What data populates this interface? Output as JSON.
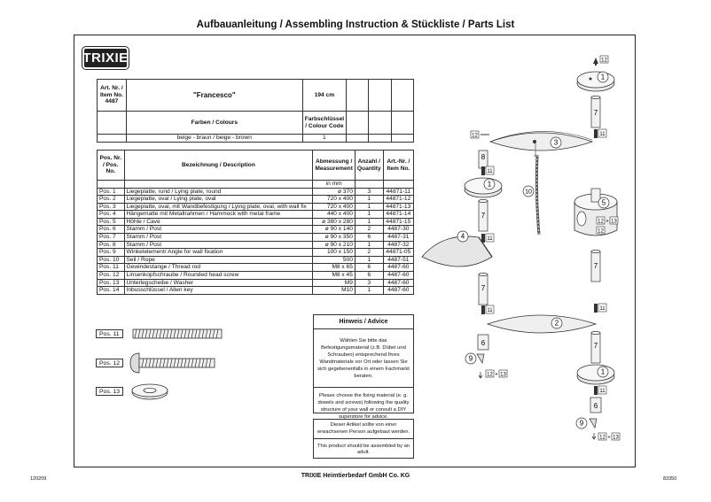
{
  "doc_title": "Aufbauanleitung / Assembling Instruction & Stückliste / Parts List",
  "logo_text": "TRIXIE",
  "article": {
    "art_nr_label": "Art. Nr. / Item No.",
    "art_nr_value": "4487",
    "name": "\"Francesco\"",
    "size": "194 cm",
    "colours_label": "Farben / Colours",
    "colour_code_label": "Farbschlüssel / Colour Code",
    "colour_value": "beige - braun / beige - brown",
    "colour_code_value": "1"
  },
  "parts_table": {
    "headers": {
      "pos": "Pos. Nr. / Pos. No.",
      "desc": "Bezeichnung / Description",
      "dim": "Abmessung / Measurement",
      "qty": "Anzahl / Quantity",
      "art": "Art.-Nr. / Item No."
    },
    "unit_note": "in mm",
    "rows": [
      {
        "pos": "Pos. 1",
        "desc": "Liegeplatte, rund / Lying plate, round",
        "dim": "ø 370",
        "qty": "3",
        "art": "44871-11"
      },
      {
        "pos": "Pos. 2",
        "desc": "Liegeplatte, oval / Lying plate, oval",
        "dim": "720 x 400",
        "qty": "1",
        "art": "44871-12"
      },
      {
        "pos": "Pos. 3",
        "desc": "Liegeplatte, oval, mit Wandbefestigung / Lying plate, oval, with wall fix",
        "dim": "720 x 400",
        "qty": "1",
        "art": "44871-13"
      },
      {
        "pos": "Pos. 4",
        "desc": "Hängematte mit Metallrahmen / Hammock with metal frame",
        "dim": "440 x 400",
        "qty": "1",
        "art": "44871-14"
      },
      {
        "pos": "Pos. 5",
        "desc": "Höhle / Cave",
        "dim": "ø 380 x 280",
        "qty": "1",
        "art": "44871-15"
      },
      {
        "pos": "Pos. 6",
        "desc": "Stamm / Post",
        "dim": "ø 90 x 140",
        "qty": "2",
        "art": "4487-30"
      },
      {
        "pos": "Pos. 7",
        "desc": "Stamm / Post",
        "dim": "ø 90 x 350",
        "qty": "6",
        "art": "4487-31"
      },
      {
        "pos": "Pos. 8",
        "desc": "Stamm / Post",
        "dim": "ø 90 x 210",
        "qty": "1",
        "art": "4487-32"
      },
      {
        "pos": "Pos. 9",
        "desc": "Winkelelement/ Angle for wall fixation",
        "dim": "100 x 150",
        "qty": "2",
        "art": "44871-05"
      },
      {
        "pos": "Pos. 10",
        "desc": "Seil / Rope",
        "dim": "500",
        "qty": "1",
        "art": "4487-51"
      },
      {
        "pos": "Pos. 11",
        "desc": "Gewindestange / Thread rod",
        "dim": "M8 x 65",
        "qty": "6",
        "art": "4487-60"
      },
      {
        "pos": "Pos. 12",
        "desc": "Linsenkopfschraube / Rounded head screw",
        "dim": "M8 x 45",
        "qty": "6",
        "art": "4487-60"
      },
      {
        "pos": "Pos. 13",
        "desc": "Unterlegscheibe / Washer",
        "dim": "M9",
        "qty": "3",
        "art": "4487-60"
      },
      {
        "pos": "Pos. 14",
        "desc": "Inbusschlüssel / Allen key",
        "dim": "M10",
        "qty": "1",
        "art": "4487-60"
      }
    ]
  },
  "hardware_labels": [
    "Pos. 11",
    "Pos. 12",
    "Pos. 13"
  ],
  "advice": {
    "title": "Hinweis / Advice",
    "de": "Wählen Sie bitte das Befestigungsmaterial (z.B. Dübel und Schrauben) entsprechend Ihres Wandmaterials vor Ort oder lassen Sie sich gegebenenfalls in einem Fachmarkt beraten.",
    "en": "Please choose the fixing material (e. g. dowels and screws) following the quality structure of your wall or consult a DIY superstore for advice.",
    "adult_de": "Dieser Artikel sollte von einer erwachsenen Person aufgebaut werden.",
    "adult_en": "This product should be assembled by an adult."
  },
  "diagram_labels": {
    "n1": "1",
    "n2": "2",
    "n3": "3",
    "n4": "4",
    "n5": "5",
    "n6": "6",
    "n7": "7",
    "n8": "8",
    "n9": "9",
    "n10": "10",
    "n11": "11",
    "n12": "12",
    "n13": "13",
    "plus": "+"
  },
  "footer": {
    "company": "TRIXIE Heimtierbedarf GmbH Co. KG",
    "left": "120209",
    "right": "83350"
  }
}
